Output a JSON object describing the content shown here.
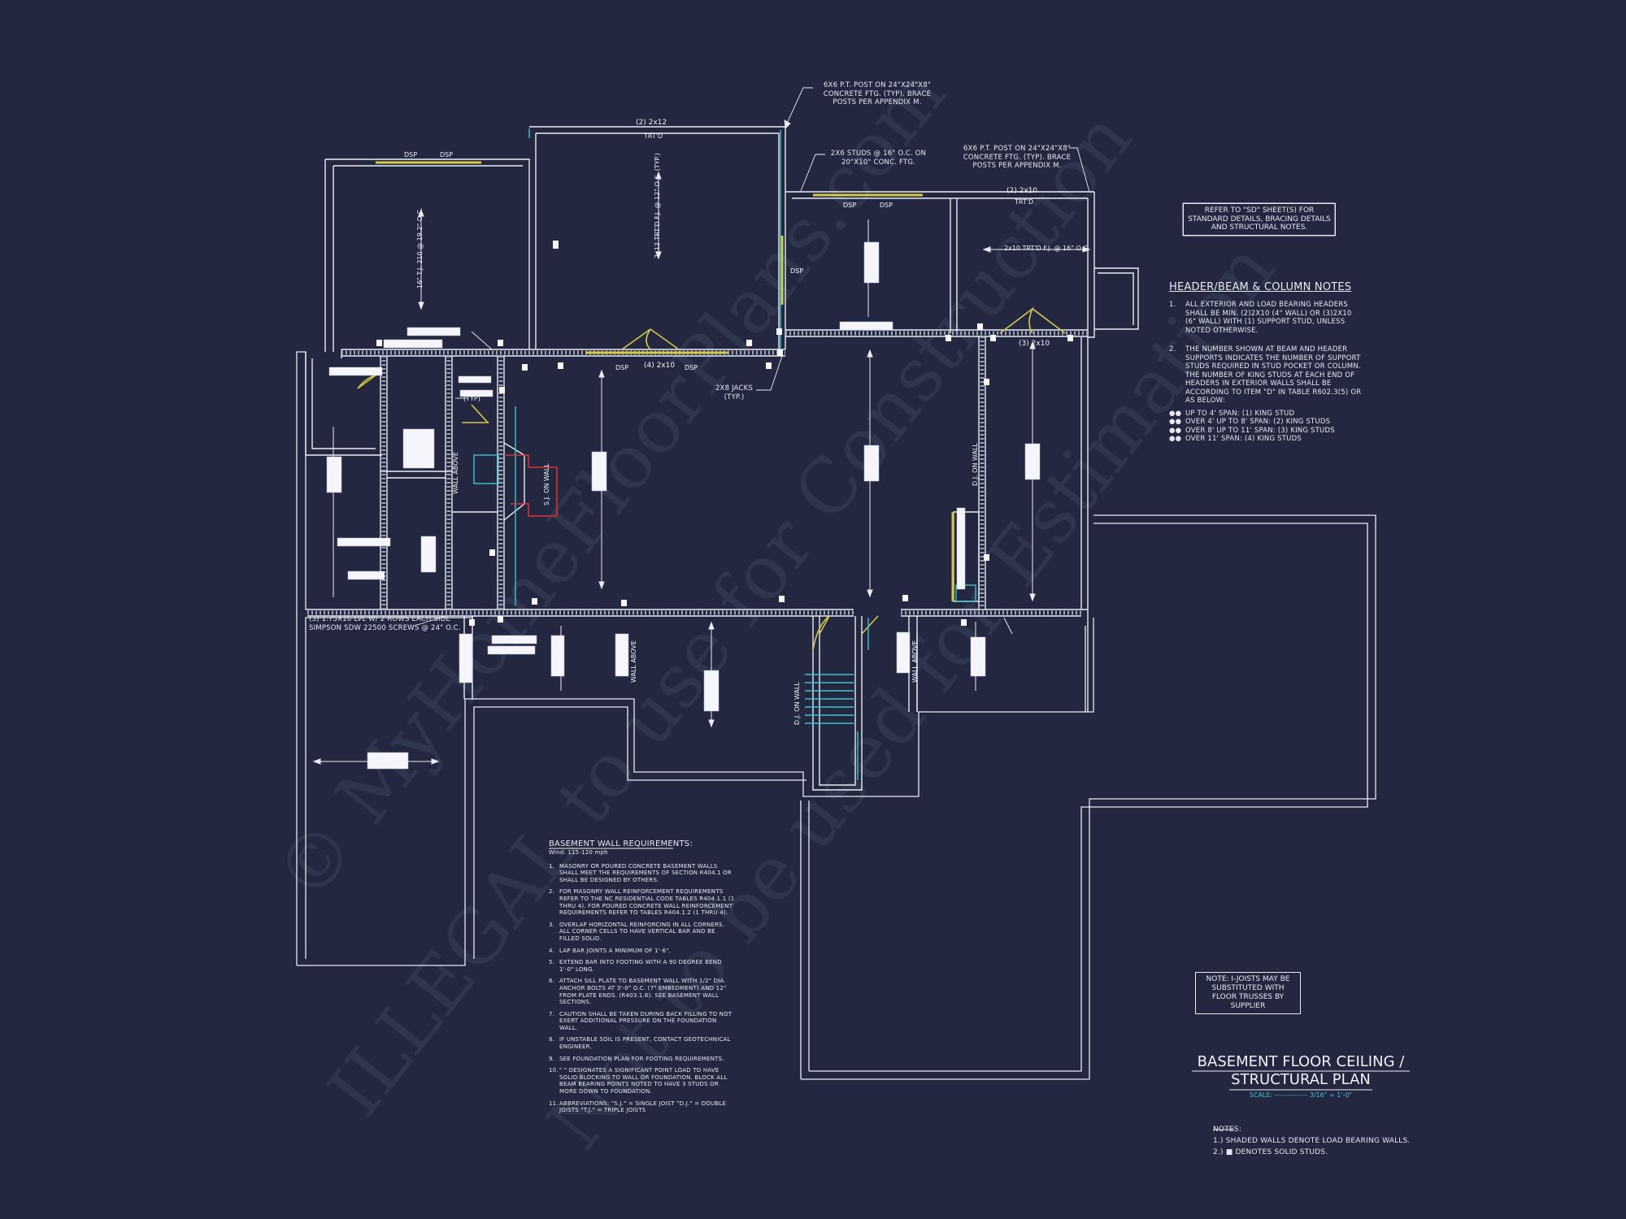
{
  "watermark": {
    "line1": "© MyHomeFloorPlans.com",
    "line2": "ILLEGAL to use for Construction",
    "line3": "Not to be used for Estimation"
  },
  "callouts": {
    "post_top": "6x6 P.T. POST ON 24\"x24\"x8\" CONCRETE FTG. (TYP). BRACE POSTS PER APPENDIX M.",
    "post_right": "6x6 P.T. POST ON 24\"x24\"x8\" CONCRETE FTG. (TYP). BRACE POSTS PER APPENDIX M.",
    "studs": "2x6 STUDS @ 16\" O.C. ON 20\"x10\" CONC. FTG.",
    "jacks": "2x8 JACKS (TYP.)",
    "lvl": "(3) 1.75x16 LVL W/ 2 ROWS EACH SIDE SIMPSON SDW 22500 SCREWS @ 24\" O.C."
  },
  "plan_labels": {
    "dsp": "DSP",
    "header_2x12": "(2) 2x12",
    "trtd": "TRT'D",
    "header_2x10": "(2) 2x10",
    "header_4_2x10": "(4) 2x10",
    "header_3_2x10": "(3) 2x10",
    "joist_left": "16\" T.J. 210 @ 19.2\" O.C.",
    "joist_center": "2x12 TRT'D F.J. @ 12\" O.C. (TYP.)",
    "joist_right": "2x10 TRT'D F.J. @ 16\" O.C.",
    "typ": "(TYP)",
    "wall_above": "WALL ABOVE",
    "sj_on_wall": "S.J. ON WALL",
    "dj_on_wall": "D.J. ON WALL"
  },
  "refer_box": "REFER TO \"SD\" SHEET(S) FOR STANDARD DETAILS, BRACING DETAILS AND STRUCTURAL NOTES.",
  "header_notes": {
    "title": "HEADER/BEAM & COLUMN NOTES",
    "n1_num": "1.",
    "n1": "ALL EXTERIOR AND LOAD BEARING HEADERS SHALL BE MIN. (2)2x10 (4\" WALL) OR (3)2x10 (6\" WALL) WITH (1) SUPPORT STUD, UNLESS NOTED OTHERWISE.",
    "n2_num": "2.",
    "n2": "THE NUMBER SHOWN AT BEAM AND HEADER SUPPORTS INDICATES THE NUMBER OF SUPPORT STUDS REQUIRED IN STUD POCKET OR COLUMN. THE NUMBER OF KING STUDS AT EACH END OF HEADERS IN EXTERIOR WALLS SHALL BE ACCORDING TO ITEM \"d\" IN TABLE R602.3(5) OR AS BELOW:",
    "b1": "UP TO 4' SPAN: (1) KING STUD",
    "b2": "OVER 4' UP TO 8' SPAN: (2) KING STUDS",
    "b3": "OVER 8' UP TO 11' SPAN: (3) KING STUDS",
    "b4": "OVER 11' SPAN: (4) KING STUDS"
  },
  "basement_wall": {
    "title": "BASEMENT WALL REQUIREMENTS:",
    "subtitle": "Wind: 115-120 mph",
    "items": [
      {
        "num": "1.",
        "text": "MASONRY OR POURED CONCRETE BASEMENT WALLS SHALL MEET THE REQUIREMENTS OF SECTION R404.1 OR SHALL BE DESIGNED BY OTHERS."
      },
      {
        "num": "2.",
        "text": "FOR MASONRY WALL REINFORCEMENT REQUIREMENTS REFER TO THE NC RESIDENTIAL CODE TABLES R404.1.1 (1 THRU 4). FOR POURED CONCRETE WALL REINFORCEMENT REQUIREMENTS REFER TO TABLES R404.1.2 (1 THRU 4)."
      },
      {
        "num": "3.",
        "text": "OVERLAP HORIZONTAL REINFORCING IN ALL CORNERS. ALL CORNER CELLS TO HAVE VERTICAL BAR AND BE FILLED SOLID."
      },
      {
        "num": "4.",
        "text": "LAP BAR JOINTS A MINIMUM OF 1'-6\"."
      },
      {
        "num": "5.",
        "text": "EXTEND BAR INTO FOOTING WITH A 90 DEGREE BEND 1'-0\" LONG."
      },
      {
        "num": "6.",
        "text": "ATTACH SILL PLATE TO BASEMENT WALL WITH 1/2\" DIA. ANCHOR BOLTS AT 3'-0\" O.C. (7\" EMBEDMENT) AND 12\" FROM PLATE ENDS. (R403.1.6). SEE BASEMENT WALL SECTIONS."
      },
      {
        "num": "7.",
        "text": "CAUTION SHALL BE TAKEN DURING BACK FILLING TO NOT EXERT ADDITIONAL PRESSURE ON THE FOUNDATION WALL."
      },
      {
        "num": "8.",
        "text": "IF UNSTABLE SOIL IS PRESENT, CONTACT GEOTECHNICAL ENGINEER."
      },
      {
        "num": "9.",
        "text": "SEE FOUNDATION PLAN FOR FOOTING REQUIREMENTS."
      },
      {
        "num": "10.",
        "text": "\" \" DESIGNATES A SIGNIFICANT POINT LOAD TO HAVE SOLID BLOCKING TO WALL OR FOUNDATION. BLOCK ALL BEAM BEARING POINTS NOTED TO HAVE 3 STUDS OR MORE DOWN TO FOUNDATION."
      },
      {
        "num": "11.",
        "text": "ABBREVIATIONS: \"S.J.\" = SINGLE JOIST \"D.J.\" = DOUBLE JOISTS \"T.J.\" = TRIPLE JOISTS"
      }
    ]
  },
  "ijoist_note": "NOTE: I-JOISTS MAY BE SUBSTITUTED WITH FLOOR TRUSSES BY SUPPLIER",
  "title_block": {
    "line1": "BASEMENT FLOOR CEILING /",
    "line2": "STRUCTURAL PLAN",
    "scale": "SCALE: -------------- 3/16\" = 1'-0\""
  },
  "footer_notes": {
    "title": "NOTES:",
    "n1": "1.) SHADED WALLS DENOTE LOAD BEARING WALLS.",
    "n2": "2.) ■ DENOTES SOLID STUDS."
  },
  "colors": {
    "background": "#232840",
    "wall": "#e8ecf4",
    "header_yellow": "#d4c84a",
    "accent_cyan": "#3fc3c9",
    "accent_red": "#d6333a",
    "watermark": "#3a4058"
  }
}
